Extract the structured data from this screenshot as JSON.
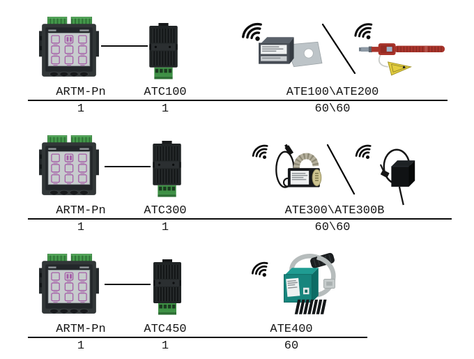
{
  "diagram": {
    "rows": [
      {
        "display": {
          "model": "ARTM-Pn",
          "qty": "1"
        },
        "collector": {
          "model": "ATC100",
          "qty": "1"
        },
        "sensor": {
          "model": "ATE100\\ATE200",
          "qty": "60\\60"
        }
      },
      {
        "display": {
          "model": "ARTM-Pn",
          "qty": "1"
        },
        "collector": {
          "model": "ATC300",
          "qty": "1"
        },
        "sensor": {
          "model": "ATE300\\ATE300B",
          "qty": "60\\60"
        }
      },
      {
        "display": {
          "model": "ARTM-Pn",
          "qty": "1"
        },
        "collector": {
          "model": "ATC450",
          "qty": "1"
        },
        "sensor": {
          "model": "ATE400",
          "qty": "60"
        }
      }
    ],
    "icons": {
      "wireless": "wifi-signal-icon"
    },
    "colors": {
      "text": "#161616",
      "line": "#0a0a0a",
      "terminal_green": "#3e9145",
      "device_dark": "#202425",
      "screen_gray": "#c7cccd",
      "screen_icon_purple": "#a55fa8",
      "sensor_red": "#a8342b",
      "sensor_teal": "#17857d",
      "tag_yellow": "#e3cd3f",
      "metal_gray": "#bdc4c8"
    }
  }
}
